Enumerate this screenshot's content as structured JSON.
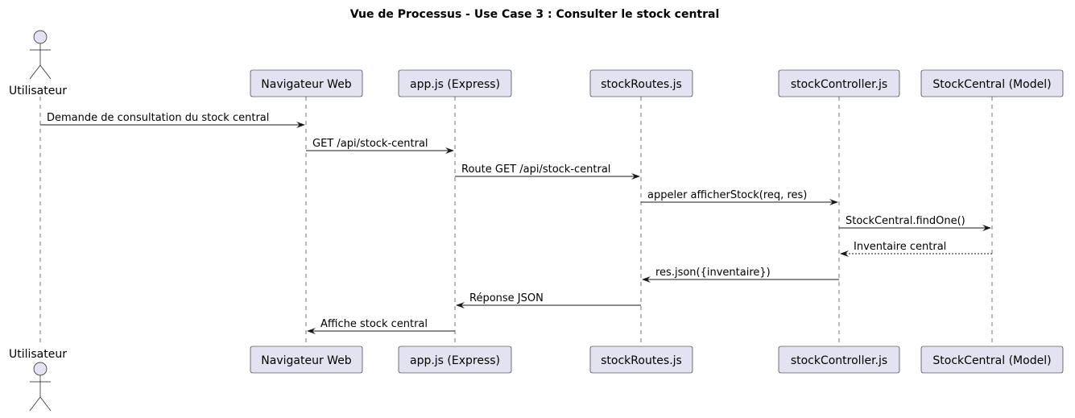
{
  "title": "Vue de Processus - Use Case 3 : Consulter le stock central",
  "participants": [
    {
      "id": "user",
      "label": "Utilisateur",
      "kind": "actor"
    },
    {
      "id": "nav",
      "label": "Navigateur Web",
      "kind": "participant"
    },
    {
      "id": "app",
      "label": "app.js (Express)",
      "kind": "participant"
    },
    {
      "id": "routes",
      "label": "stockRoutes.js",
      "kind": "participant"
    },
    {
      "id": "ctrl",
      "label": "stockController.js",
      "kind": "participant"
    },
    {
      "id": "model",
      "label": "StockCentral (Model)",
      "kind": "participant"
    }
  ],
  "messages": [
    {
      "from": "user",
      "to": "nav",
      "label": "Demande de consultation du stock central",
      "style": "solid"
    },
    {
      "from": "nav",
      "to": "app",
      "label": "GET /api/stock-central",
      "style": "solid"
    },
    {
      "from": "app",
      "to": "routes",
      "label": "Route GET /api/stock-central",
      "style": "solid"
    },
    {
      "from": "routes",
      "to": "ctrl",
      "label": "appeler afficherStock(req, res)",
      "style": "solid"
    },
    {
      "from": "ctrl",
      "to": "model",
      "label": "StockCentral.findOne()",
      "style": "solid"
    },
    {
      "from": "model",
      "to": "ctrl",
      "label": "Inventaire central",
      "style": "dashed"
    },
    {
      "from": "ctrl",
      "to": "routes",
      "label": "res.json({inventaire})",
      "style": "solid"
    },
    {
      "from": "routes",
      "to": "app",
      "label": "Réponse JSON",
      "style": "solid"
    },
    {
      "from": "app",
      "to": "nav",
      "label": "Affiche stock central",
      "style": "solid"
    }
  ],
  "colors": {
    "box_fill": "#e2e2f0",
    "stroke": "#181818"
  }
}
